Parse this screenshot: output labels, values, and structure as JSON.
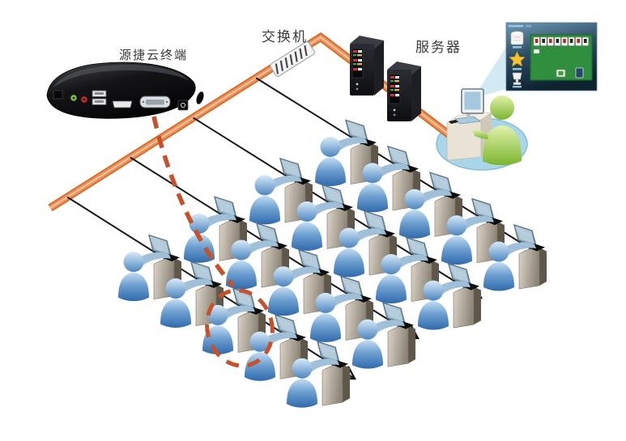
{
  "labels": {
    "cloud_terminal": "源捷云终端",
    "switch_label": "交换机",
    "server_label": "服务器"
  },
  "colors": {
    "backbone_edge": "#d2702f",
    "backbone_core": "#f09059",
    "row_line": "#161616",
    "highlight": "#c8502b",
    "user_blue": "#4c84bd",
    "admin_green": "#8cc63e",
    "base_ellipse": "#aad6ea",
    "game_table": "#2f8f3f"
  },
  "network": {
    "rows": [
      {
        "id": "row-1",
        "workstations": 5,
        "highlighted": null
      },
      {
        "id": "row-2",
        "workstations": 5,
        "highlighted": null
      },
      {
        "id": "row-3",
        "workstations": 5,
        "highlighted": null
      },
      {
        "id": "row-4",
        "workstations": 5,
        "highlighted": 2
      }
    ],
    "total_workstations": 20,
    "devices": {
      "cloud_terminal": {
        "ports": [
          "lan-port",
          "audio-out-green",
          "mic-in-red",
          "usb-port",
          "usb-port",
          "hdmi-port",
          "vga-port",
          "dc-in-port"
        ]
      },
      "switch": {
        "style": "inline-cable-switch"
      },
      "servers": {
        "count": 2
      }
    },
    "admin_station": {
      "person_color": "#8cc63e",
      "screen_popup": {
        "sidebar_icons": [
          "cabinet-icon",
          "star-icon",
          "trophy-icon"
        ],
        "cards_in_top_row": 8,
        "table_color": "#2f8f3f"
      }
    }
  }
}
